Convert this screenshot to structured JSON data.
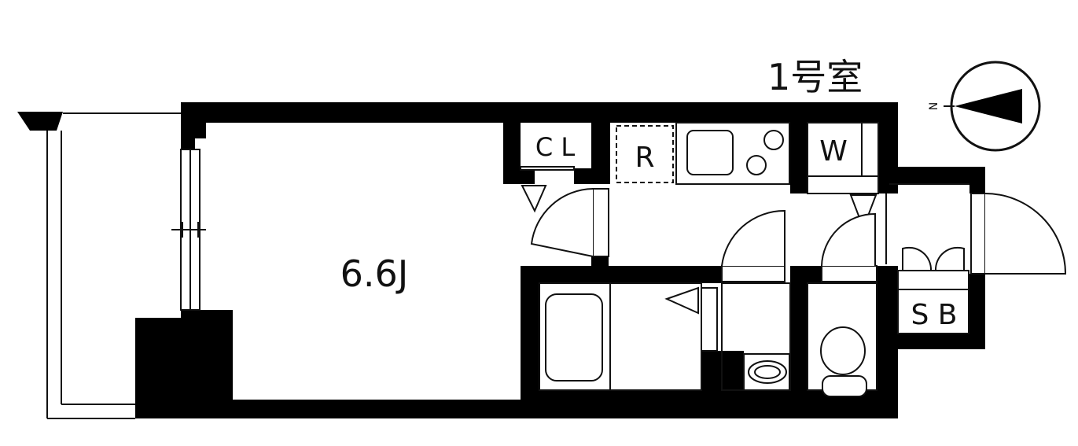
{
  "unit_title": "1号室",
  "compass": {
    "north_label": "N",
    "icon": "north-arrow-icon"
  },
  "rooms": {
    "main_room": "6.6J",
    "closet": "C L",
    "refrigerator": "R",
    "washer": "W",
    "shoe_box": "S B"
  },
  "colors": {
    "wall": "#000000",
    "line": "#111111",
    "background": "#ffffff"
  }
}
